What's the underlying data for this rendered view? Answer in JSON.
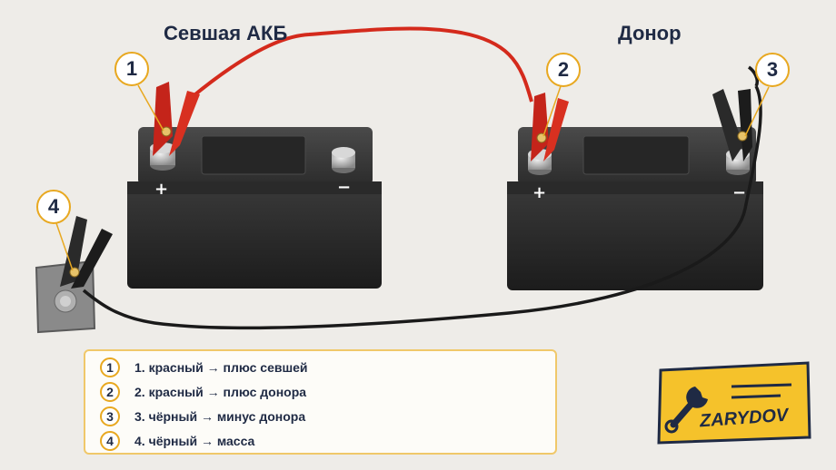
{
  "titles": {
    "dead_battery": "Севшая АКБ",
    "donor_battery": "Донор"
  },
  "badges": [
    "1",
    "2",
    "3",
    "4"
  ],
  "terminal_signs": {
    "dead_plus": "+",
    "dead_minus": "−",
    "donor_plus": "+",
    "donor_minus": "−"
  },
  "legend": {
    "items": [
      {
        "num": "1",
        "text": "1. красный → плюс севшей"
      },
      {
        "num": "2",
        "text": "2. красный → плюс донора"
      },
      {
        "num": "3",
        "text": "3. чёрный → минус донора"
      },
      {
        "num": "4",
        "text": "4. чёрный → масса"
      }
    ]
  },
  "logo": {
    "text": "ZARYDOV",
    "icon": "wrench-icon"
  },
  "colors": {
    "red_cable": "#d42a1c",
    "black_cable": "#1a1a1a",
    "accent": "#e8a820",
    "logo_bg": "#f5c22b",
    "text_dark": "#1f2a44"
  }
}
